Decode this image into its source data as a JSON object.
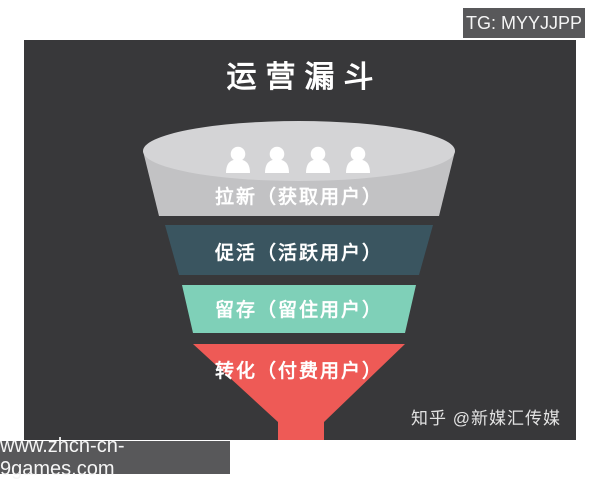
{
  "badges": {
    "top_right": "TG: MYYJJPP",
    "bottom_left": "www.zhcn-cn-9games.com"
  },
  "poster": {
    "title": "运营漏斗",
    "credit": "知乎 @新媒汇传媒"
  },
  "funnel": {
    "top_surface_color": "#d4d4d6",
    "icon_color": "#ffffff",
    "user_icons_count": 4,
    "stages": [
      {
        "label": "拉新（获取用户）",
        "color": "#c2c2c4"
      },
      {
        "label": "促活（活跃用户）",
        "color": "#3a5560"
      },
      {
        "label": "留存（留住用户）",
        "color": "#7fd0b8"
      },
      {
        "label": "转化（付费用户）",
        "color": "#ee5a56"
      }
    ]
  },
  "colors": {
    "page_background": "#ffffff",
    "panel_background": "#38383a",
    "badge_background": "#58585a",
    "title_text": "#ffffff",
    "stage_text": "#ffffff",
    "credit_text": "#e2e2e2"
  }
}
